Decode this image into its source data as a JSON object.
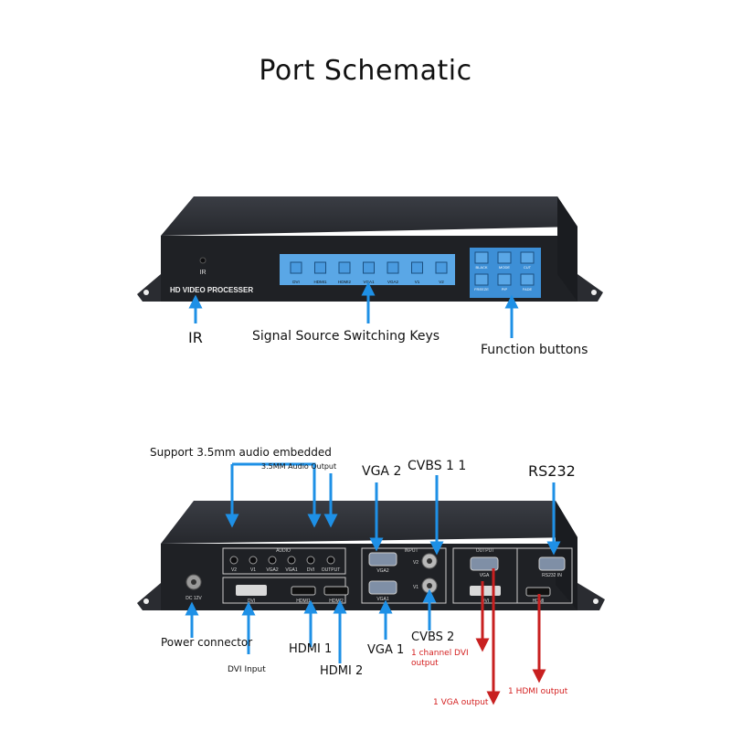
{
  "title": "Port Schematic",
  "front": {
    "model_label": "HD VIDEO PROCESSER",
    "ir_label": "IR",
    "source_keys": [
      "DVI",
      "HDMI1",
      "HDMI2",
      "VGA1",
      "VGA2",
      "V1",
      "V2"
    ],
    "function_keys_top": [
      "BLACK",
      "MODE",
      "CUT"
    ],
    "function_keys_bottom": [
      "FREEZE",
      "PIP",
      "FADE"
    ],
    "callouts": {
      "ir": "IR",
      "source_switching": "Signal Source Switching Keys",
      "function_buttons": "Function buttons"
    }
  },
  "rear": {
    "panel_labels": {
      "audio": "AUDIO",
      "input": "INPUT",
      "output_top": "OUTPUT",
      "audio_output": "OUTPUT",
      "dc": "DC 12V",
      "dvi_in": "DVI",
      "hdmi1": "HDMI1",
      "hdmi2": "HDMI2",
      "vga1": "VGA1",
      "vga2": "VGA2",
      "v1": "V1",
      "v2": "V2",
      "vga_out": "VGA",
      "dvi_out": "DVI",
      "hdmi_out": "HDMI",
      "rs232": "RS232 IN",
      "audio_jacks": [
        "V2",
        "V1",
        "VGA2",
        "VGA1",
        "DVI"
      ]
    },
    "callouts": {
      "audio_embedded": "Support 3.5mm audio embedded",
      "audio_output": "3.5MM Audio Output",
      "vga2": "VGA 2",
      "cvbs1": "CVBS 1 1",
      "rs232": "RS232",
      "power": "Power connector",
      "dvi_input": "DVI Input",
      "hdmi1": "HDMI 1",
      "hdmi2": "HDMI 2",
      "vga1": "VGA 1",
      "cvbs2": "CVBS 2",
      "dvi_output": "1 channel DVI output",
      "vga_output": "1 VGA output",
      "hdmi_output": "1 HDMI output"
    }
  },
  "colors": {
    "arrow_blue": "#1e90e6",
    "arrow_red": "#c82020",
    "chassis": "#2c2e33",
    "key_blue": "#3d8fd6"
  }
}
